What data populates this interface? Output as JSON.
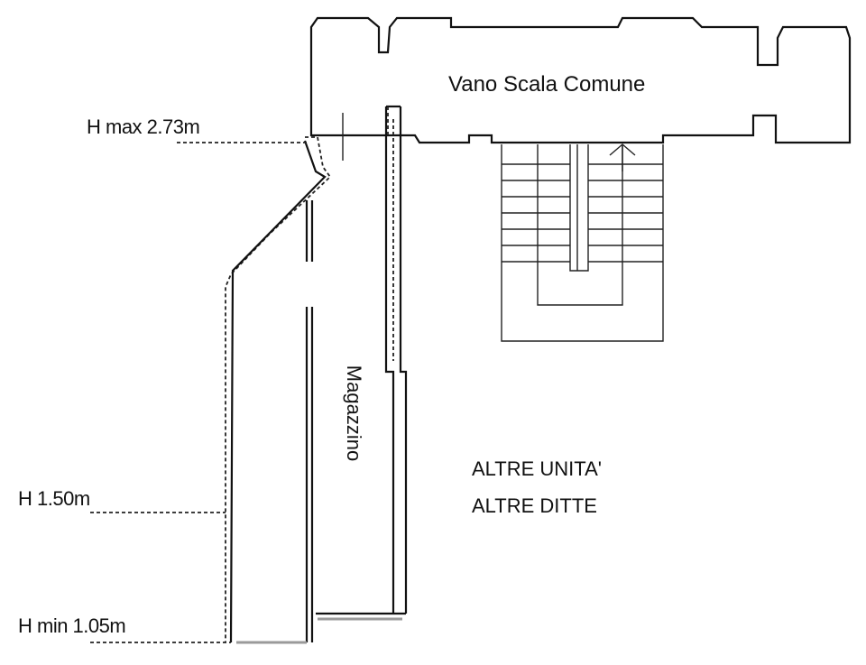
{
  "labels": {
    "stair_well": "Vano Scala Comune",
    "storage": "Magazzino",
    "other_units": "ALTRE UNITA'",
    "other_owners": "ALTRE DITTE"
  },
  "heights": {
    "max": "H max 2.73m",
    "mid": "H 1.50m",
    "min": "H min 1.05m"
  },
  "colors": {
    "line": "#111111",
    "background": "#ffffff"
  }
}
